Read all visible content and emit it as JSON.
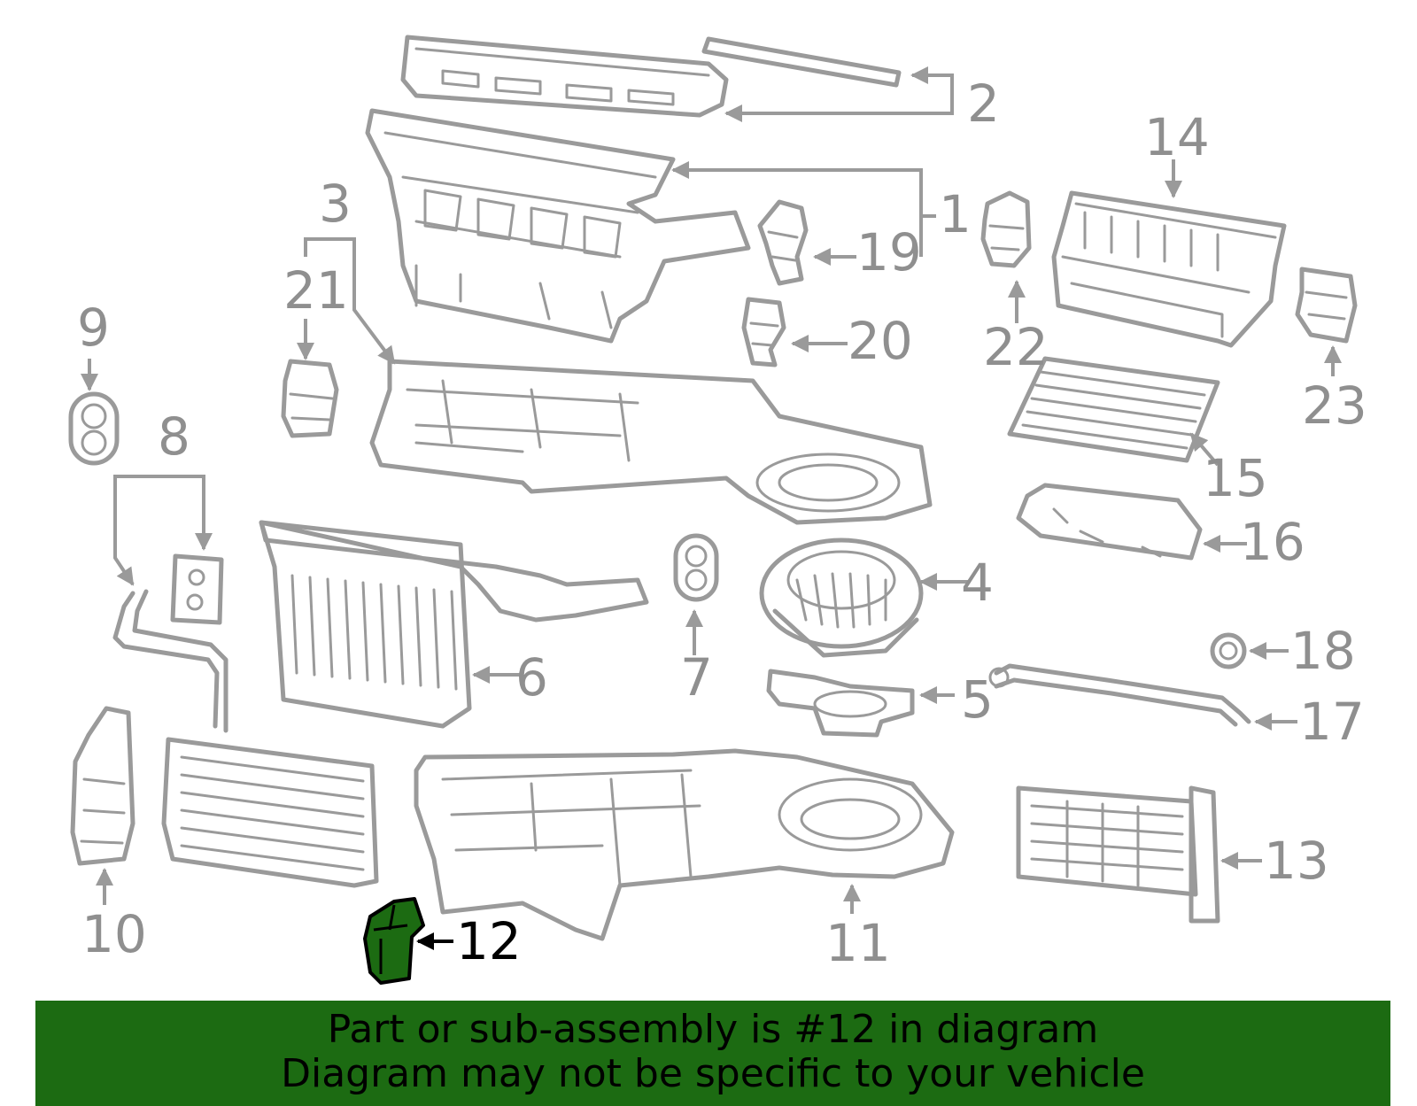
{
  "diagram": {
    "highlighted_part": "12",
    "callouts": [
      "1",
      "2",
      "3",
      "4",
      "5",
      "6",
      "7",
      "8",
      "9",
      "10",
      "11",
      "12",
      "13",
      "14",
      "15",
      "16",
      "17",
      "18",
      "19",
      "20",
      "21",
      "22",
      "23"
    ]
  },
  "banner": {
    "line1": "Part or sub-assembly is #12 in diagram",
    "line2": "Diagram may not be specific to your vehicle"
  },
  "colors": {
    "highlight": "#1c6b12",
    "parts": "#9a9a9a",
    "callout_text": "#8f8f8f"
  }
}
